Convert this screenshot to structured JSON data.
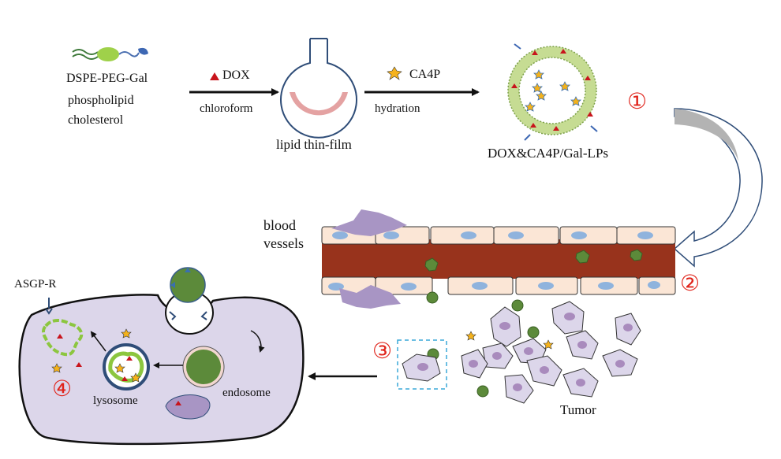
{
  "components": {
    "dspe_peg_gal": "DSPE-PEG-Gal",
    "phospholipid": "phospholipid",
    "cholesterol": "cholesterol"
  },
  "steps": {
    "dox_label": "DOX",
    "chloroform_label": "chloroform",
    "film_label": "lipid thin-film",
    "ca4p_label": "CA4P",
    "hydration_label": "hydration",
    "liposome_label": "DOX&CA4P/Gal-LPs"
  },
  "vessel": {
    "label_line1": "blood",
    "label_line2": "vessels"
  },
  "tumor": {
    "label": "Tumor"
  },
  "cell": {
    "receptor_label": "ASGP-R",
    "endosome_label": "endosome",
    "lysosome_label": "lysosome"
  },
  "markers": [
    "①",
    "②",
    "③",
    "④"
  ],
  "colors": {
    "dox": "#c8141c",
    "ca4p": "#f5b21b",
    "liposome_shell": "#c6dc93",
    "particle": "#5c8a3a",
    "vessel": "#98331c",
    "endothelial": "#fbe6d6",
    "nucleus": "#8fb3dd",
    "cell_body": "#dcd6ea",
    "cell_nucleus": "#a98bbd",
    "step_number": "#e0241b"
  }
}
